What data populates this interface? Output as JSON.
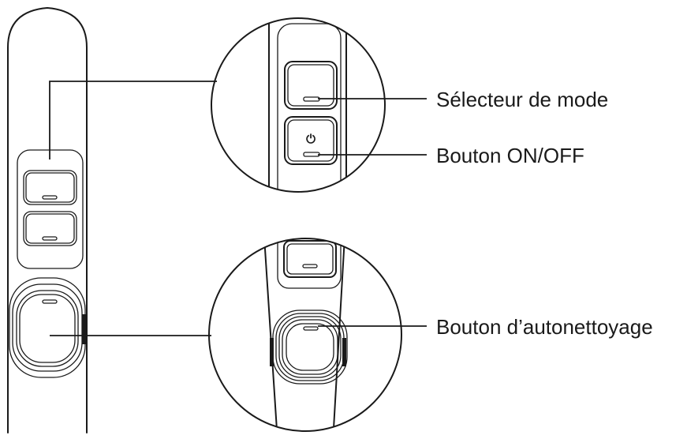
{
  "labels": {
    "mode_selector": "Sélecteur de mode",
    "on_off_button": "Bouton ON/OFF",
    "self_clean_button": "Bouton d’autonettoyage"
  },
  "icons": {
    "power": "power-icon"
  }
}
